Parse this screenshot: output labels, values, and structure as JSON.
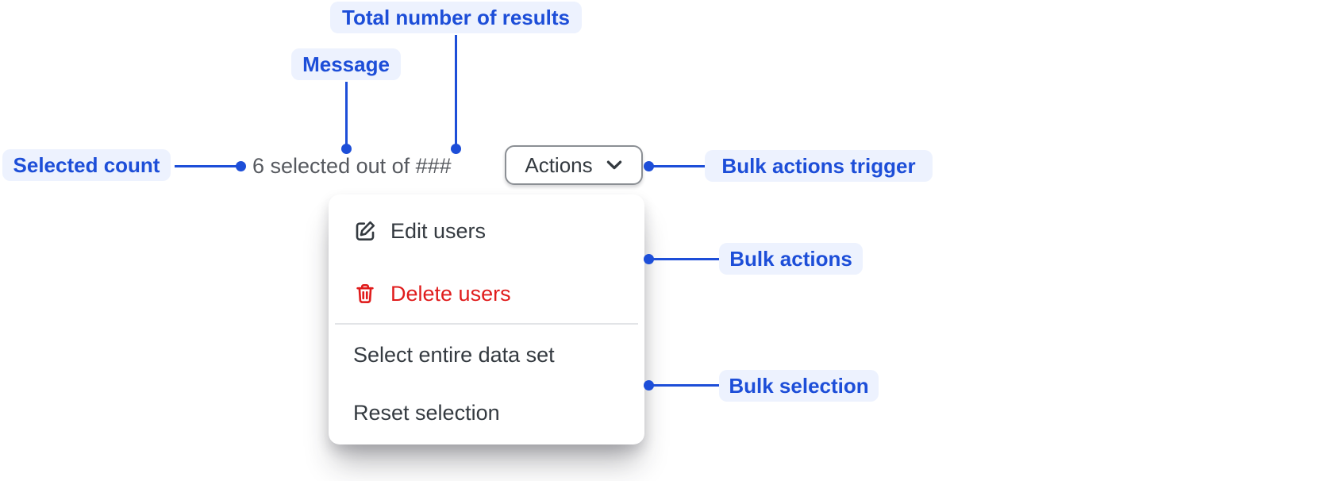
{
  "colors": {
    "accent_blue": "#1d4ed8",
    "label_bg": "#edf2fe",
    "critical_red": "#e01c1c",
    "text_dark": "#343a40",
    "text_gray": "#56595f",
    "button_border": "#8b8f94",
    "divider": "#e2e4e7",
    "background": "#ffffff"
  },
  "annotations": {
    "total_results": {
      "label": "Total number of results"
    },
    "message": {
      "label": "Message"
    },
    "selected_count": {
      "label": "Selected count"
    },
    "bulk_actions_trigger": {
      "label": "Bulk actions trigger"
    },
    "bulk_actions": {
      "label": "Bulk actions"
    },
    "bulk_selection": {
      "label": "Bulk selection"
    }
  },
  "component": {
    "selection_message": "6 selected out of ###",
    "actions_button": {
      "label": "Actions",
      "icon": "chevron-down-icon"
    },
    "menu": {
      "items": [
        {
          "label": "Edit users",
          "icon": "edit-icon",
          "tone": "default"
        },
        {
          "label": "Delete users",
          "icon": "trash-icon",
          "tone": "critical"
        },
        {
          "label": "Select entire data set",
          "tone": "default"
        },
        {
          "label": "Reset selection",
          "tone": "default"
        }
      ]
    }
  }
}
